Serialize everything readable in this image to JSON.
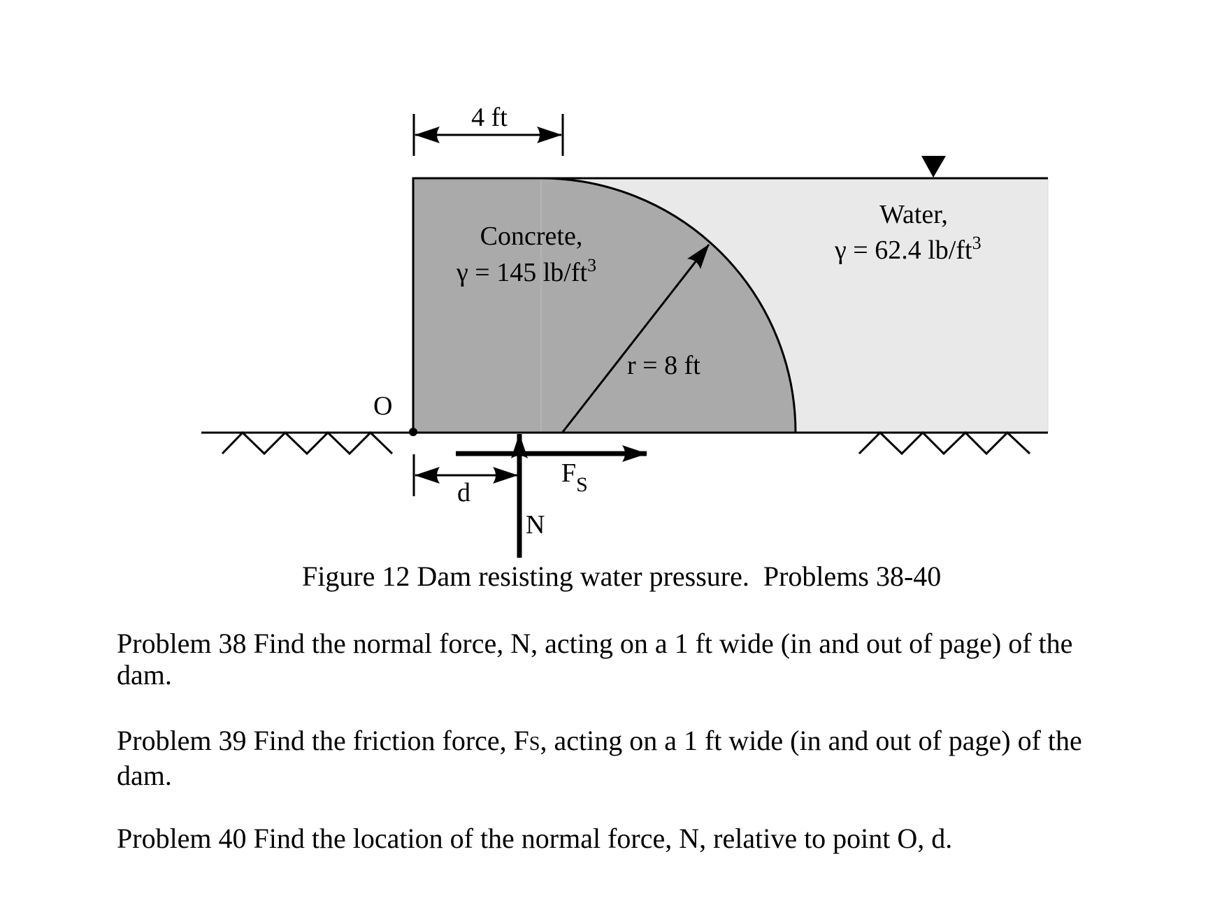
{
  "figure": {
    "dimension_top": "4 ft",
    "concrete_label": "Concrete,",
    "concrete_gamma": "γ = 145 lb/ft",
    "concrete_gamma_exp": "3",
    "water_label": "Water,",
    "water_gamma": "γ = 62.4 lb/ft",
    "water_gamma_exp": "3",
    "radius_label": "r = 8 ft",
    "point_label": "O",
    "distance_label": "d",
    "friction_label": "F",
    "friction_sub": "S",
    "normal_label": "N",
    "colors": {
      "concrete": "#aaaaaa",
      "water": "#e9e9e9",
      "line": "#000000"
    },
    "caption": "Figure 12 Dam resisting water pressure.  Problems 38-40"
  },
  "problems": [
    {
      "text_before": "Problem 38 Find the normal force, N, acting on a 1 ft wide (in and out of page) of the dam.",
      "sub": "",
      "text_after": ""
    },
    {
      "text_before": "Problem 39 Find the friction force, F",
      "sub": "S",
      "text_after": ", acting on a 1 ft wide (in and out of page) of the dam."
    },
    {
      "text_before": "Problem 40 Find the location of the normal force, N, relative to point O, d.",
      "sub": "",
      "text_after": ""
    }
  ]
}
